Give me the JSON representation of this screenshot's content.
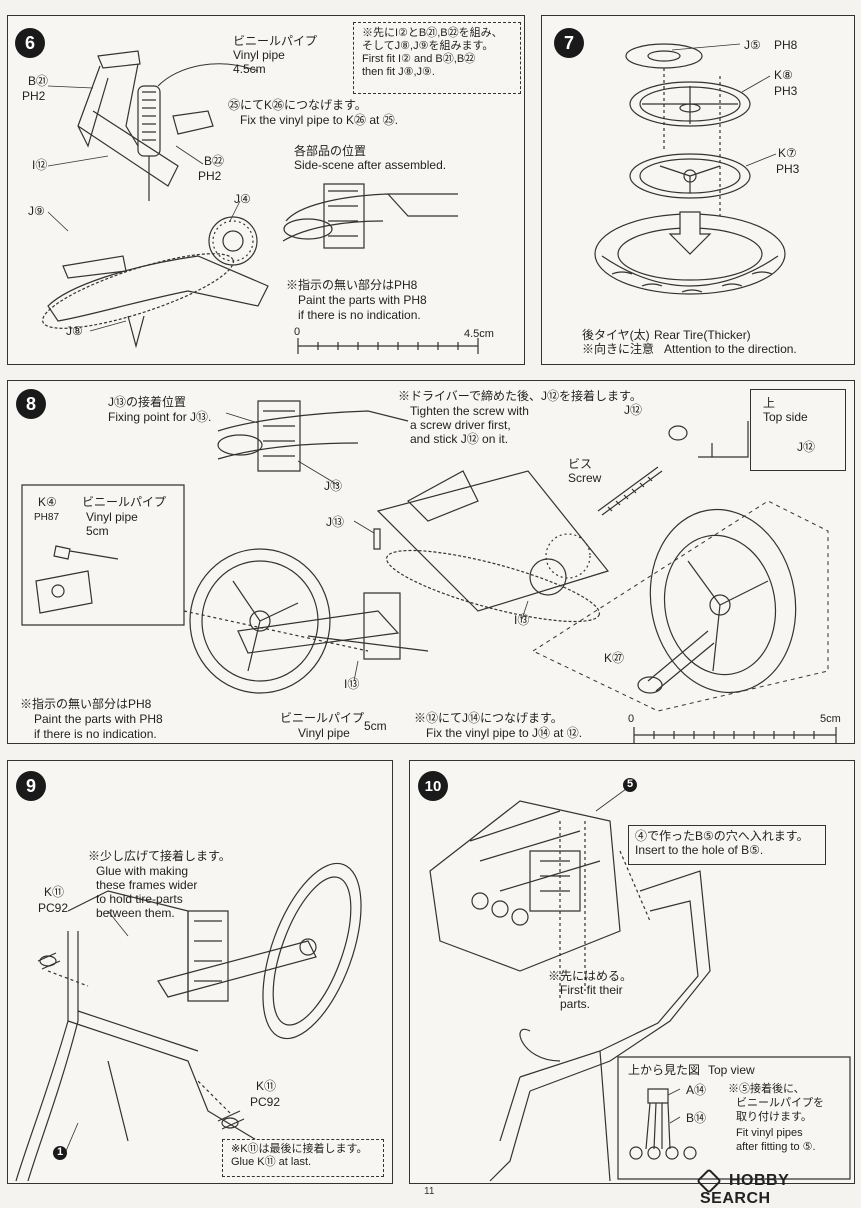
{
  "page_number": "11",
  "watermark": "HOBBY SEARCH",
  "step6": {
    "number": "6",
    "vinyl_jp": "ビニールパイプ",
    "vinyl_en": "Vinyl pipe",
    "vinyl_len": "4.5cm",
    "fix_jp": "㉕にてK㉖につなげます。",
    "fix_en": "Fix the vinyl pipe to K㉖ at ㉕.",
    "pos_jp": "各部品の位置",
    "pos_en": "Side-scene after assembled.",
    "note_jp1": "※先にI②とB㉑,B㉒を組み、",
    "note_jp2": "そしてJ⑧,J⑨を組みます。",
    "note_en1": "First fit I② and B㉑,B㉒",
    "note_en2": "then fit J⑧,J⑨.",
    "lbl_b21": "B㉑",
    "lbl_ph2a": "PH2",
    "lbl_i12": "I⑫",
    "lbl_b22": "B㉒",
    "lbl_ph2b": "PH2",
    "lbl_j9": "J⑨",
    "lbl_j4": "J④",
    "lbl_j8": "J⑧",
    "paint_jp": "※指示の無い部分はPH8",
    "paint_en1": "Paint the parts with PH8",
    "paint_en2": "if there is no indication.",
    "scale_0": "0",
    "scale_len": "4.5cm"
  },
  "step7": {
    "number": "7",
    "lbl_j5": "J⑤",
    "lbl_ph8": "PH8",
    "lbl_k8": "K⑧",
    "lbl_ph3a": "PH3",
    "lbl_k7": "K⑦",
    "lbl_ph3b": "PH3",
    "tire_jp": "後タイヤ(太)",
    "tire_en": "Rear Tire(Thicker)",
    "dir_jp": "※向きに注意",
    "dir_en": "Attention to the direction."
  },
  "step8": {
    "number": "8",
    "fix_pt_jp": "J⑬の接着位置",
    "fix_pt_en": "Fixing point for J⑬.",
    "screw_jp": "※ドライバーで締めた後、J⑫を接着します。",
    "screw_en1": "Tighten the screw with",
    "screw_en2": "a screw driver first,",
    "screw_en3": "and stick J⑫ on it.",
    "lbl_j12": "J⑫",
    "top_jp": "上",
    "top_en": "Top side",
    "lbl_j12b": "J⑫",
    "screw_lbl_jp": "ビス",
    "screw_lbl_en": "Screw",
    "lbl_j13a": "J⑬",
    "lbl_j13b": "J⑬",
    "lbl_k4": "K④",
    "lbl_ph87": "PH87",
    "vinyl_jp": "ビニールパイプ",
    "vinyl_en": "Vinyl pipe",
    "vinyl_len": "5cm",
    "lbl_i13a": "I⑬",
    "lbl_i13b": "I⑬",
    "lbl_k27": "K㉗",
    "paint_jp": "※指示の無い部分はPH8",
    "paint_en1": "Paint the parts with PH8",
    "paint_en2": "if there is no indication.",
    "vinyl2_jp": "ビニールパイプ",
    "vinyl2_en": "Vinyl pipe",
    "vinyl2_len": "5cm",
    "fix_jp": "※⑫にてJ⑭につなげます。",
    "fix_en": "Fix the vinyl pipe to J⑭ at ⑫.",
    "scale_0": "0",
    "scale_len": "5cm"
  },
  "step9": {
    "number": "9",
    "note_jp": "※少し広げて接着します。",
    "note_en1": "Glue with making",
    "note_en2": "these frames wider",
    "note_en3": "to hold tire-parts",
    "note_en4": "between them.",
    "lbl_k11a": "K⑪",
    "lbl_pc92a": "PC92",
    "lbl_k11b": "K⑪",
    "lbl_pc92b": "PC92",
    "ref1": "1",
    "last_jp": "※K⑪は最後に接着します。",
    "last_en": "Glue K⑪ at last."
  },
  "step10": {
    "number": "10",
    "ref5": "5",
    "insert_jp": "④で作ったB⑤の穴へ入れます。",
    "insert_en": "Insert to the hole of B⑤.",
    "first_jp": "※先にはめる。",
    "first_en1": "First fit their",
    "first_en2": "parts.",
    "top_view_jp": "上から見た図",
    "top_view_en": "Top view",
    "lbl_a14": "A⑭",
    "lbl_b14": "B⑭",
    "after_jp1": "※⑤接着後に、",
    "after_jp2": "ビニールパイプを",
    "after_jp3": "取り付けます。",
    "after_en1": "Fit vinyl pipes",
    "after_en2": "after fitting to ⑤."
  }
}
